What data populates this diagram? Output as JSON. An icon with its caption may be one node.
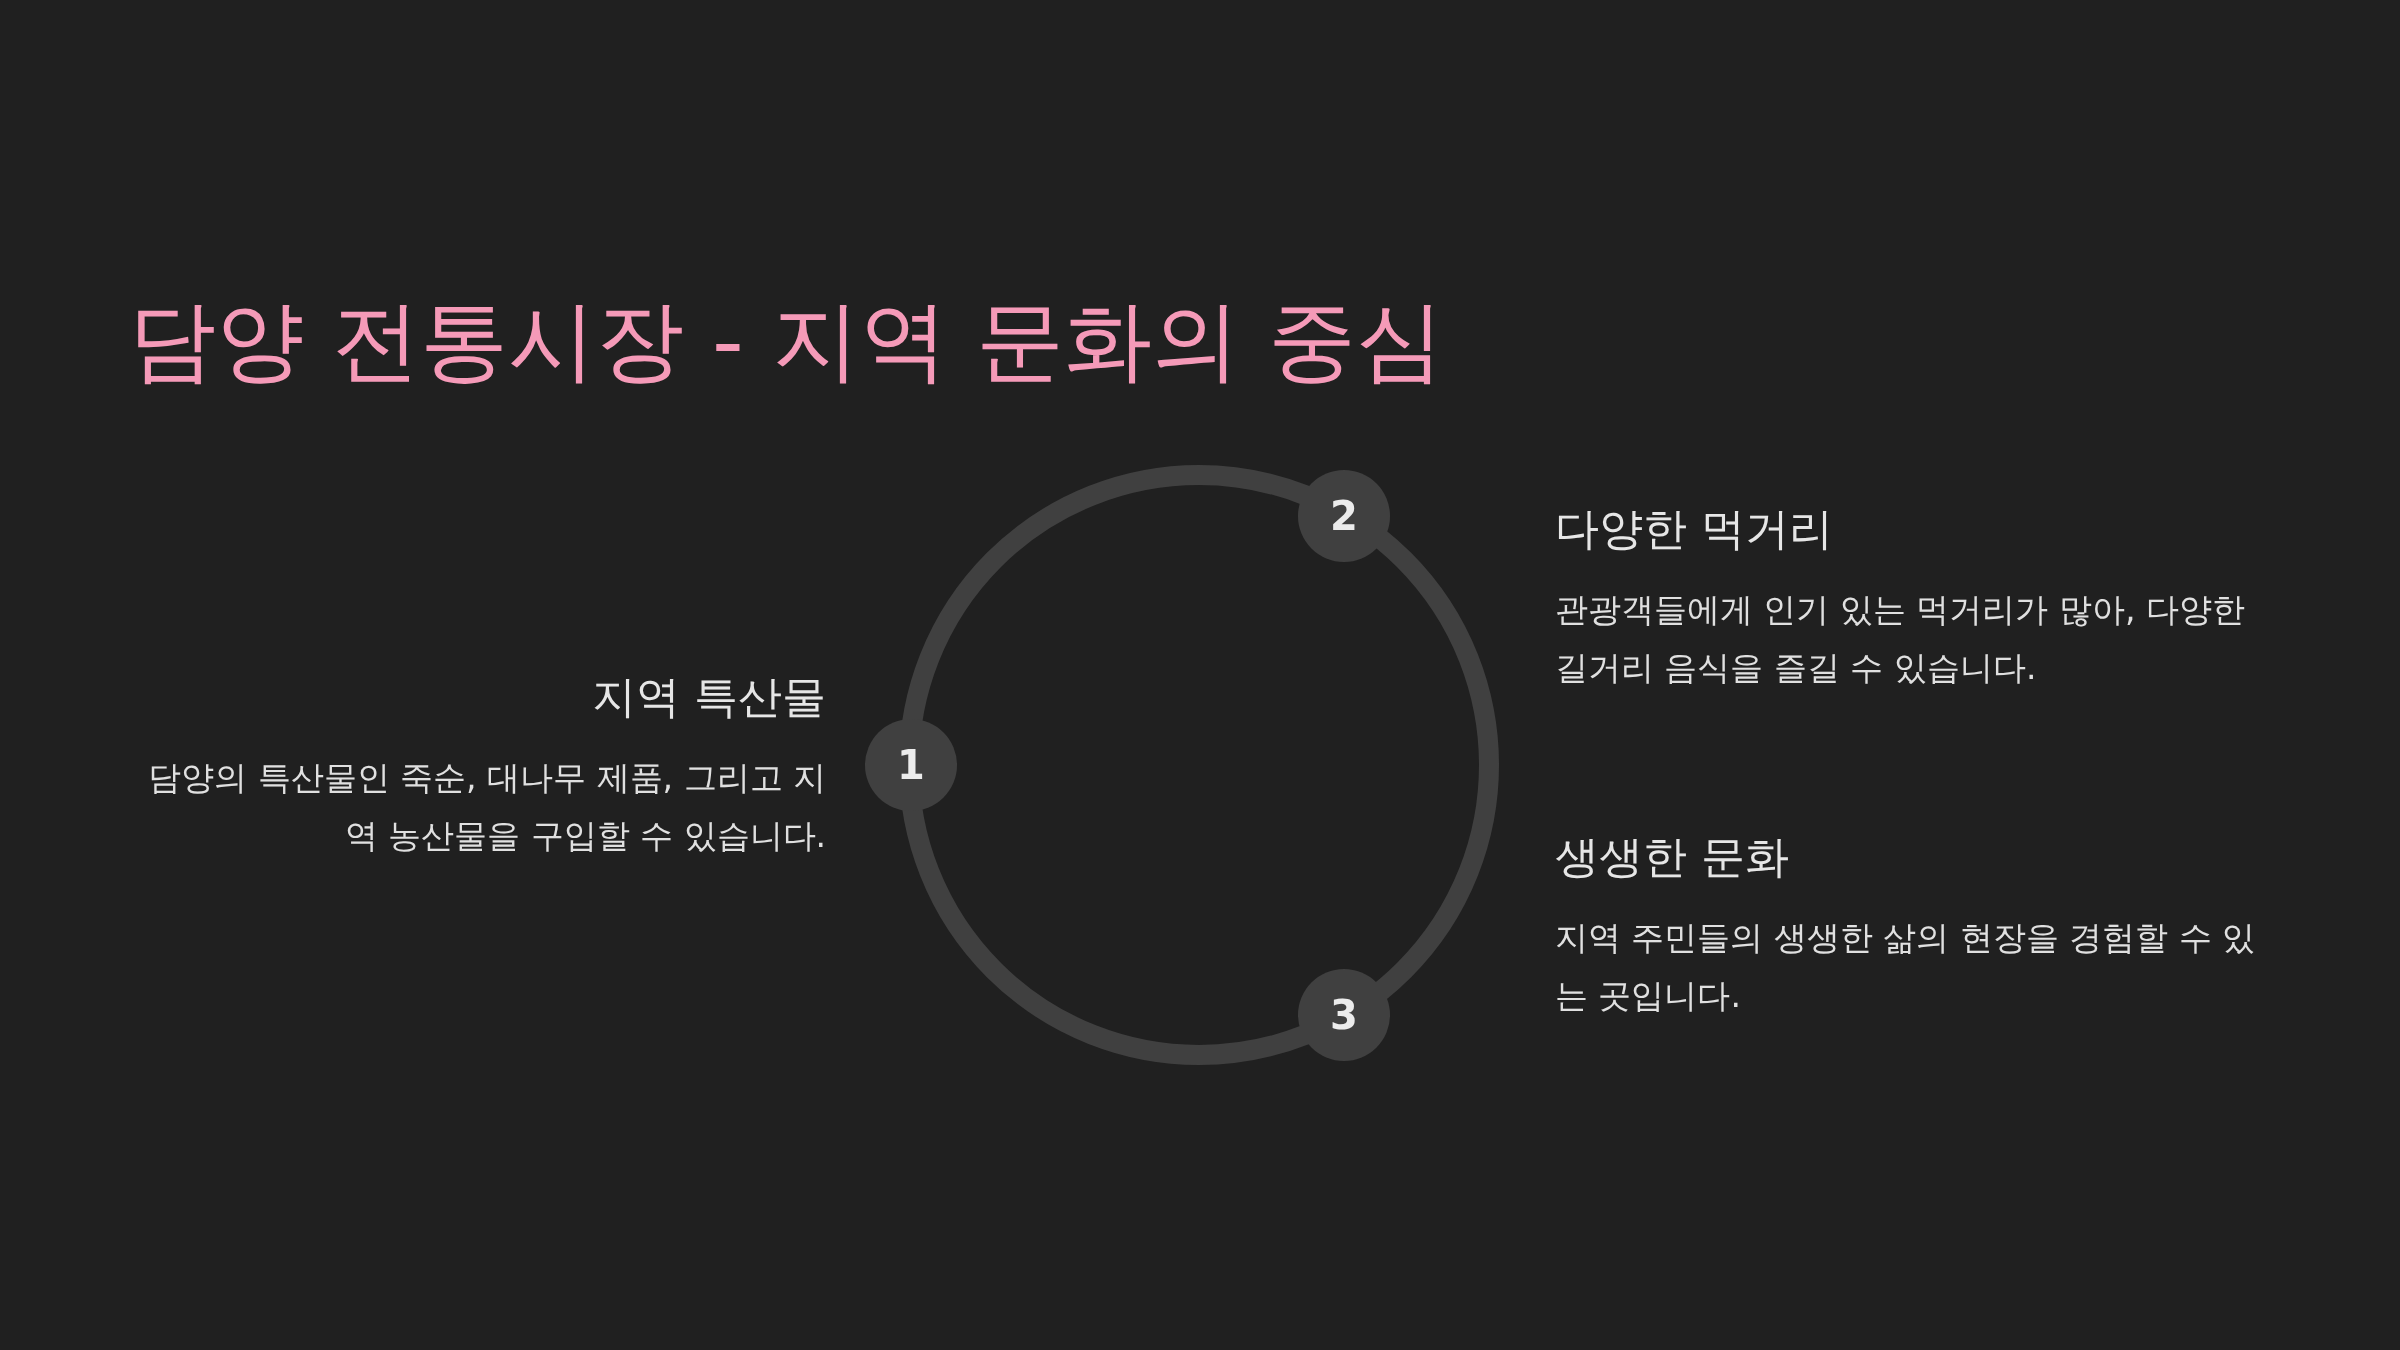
{
  "diagram": {
    "title": "담양 전통시장 - 지역 문화의 중심",
    "nodes": [
      {
        "text": [
          "1"
        ],
        "beside": [
          "지역 특산물",
          "담양의 특산물인 죽순, 대나무 제품, 그리고 지역 농산물을 구입할 수 있습니다."
        ]
      },
      {
        "text": [
          "2"
        ],
        "beside": [
          "다양한 먹거리",
          "관광객들에게 인기 있는 먹거리가 많아, 다양한 길거리 음식을 즐길 수 있습니다."
        ]
      },
      {
        "text": [
          "3"
        ],
        "beside": [
          "생생한 문화",
          "지역 주민들의 생생한 삶의 현장을 경험할 수 있는 곳입니다."
        ]
      }
    ]
  }
}
